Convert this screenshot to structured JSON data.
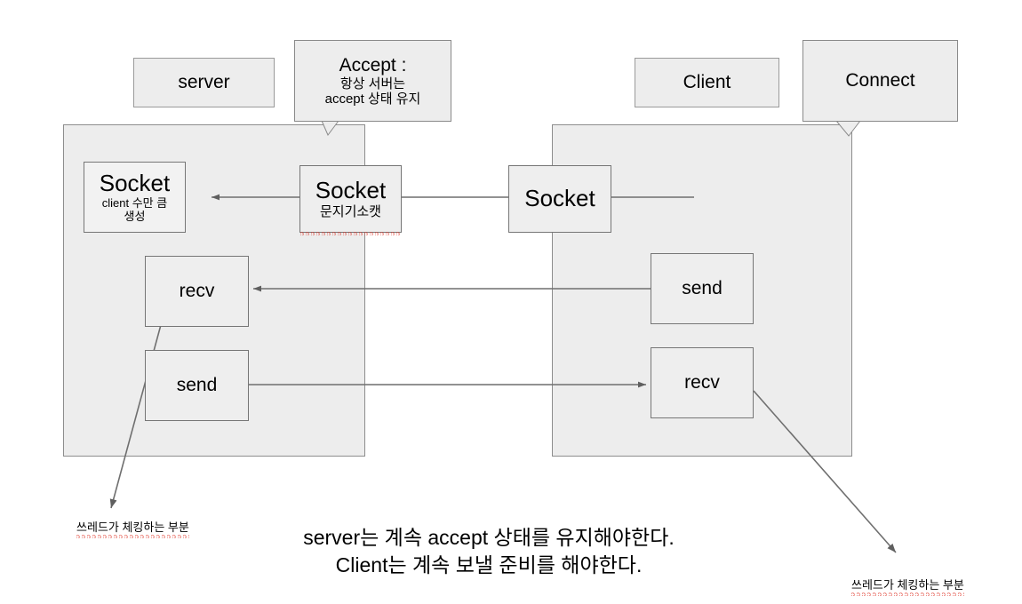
{
  "diagram": {
    "title_hidden": "",
    "colors": {
      "container_fill": "#ededed",
      "node_fill": "#eeeeee",
      "border": "#868686",
      "line": "#6f6f6f",
      "spellcheck_underline": "#e03b2f",
      "text": "#000000"
    },
    "server_side": {
      "header_label": "server",
      "callout": {
        "title": "Accept :",
        "line2": "항상 서버는",
        "line3": "accept 상태 유지"
      },
      "socket": {
        "title": "Socket",
        "sub1": "client 수만 큼",
        "sub2": "생성"
      },
      "gate_socket": {
        "title": "Socket",
        "sub1": "문지기소캣"
      },
      "recv_label": "recv",
      "send_label": "send"
    },
    "client_side": {
      "header_label": "Client",
      "callout": {
        "title": "Connect"
      },
      "socket_label": "Socket",
      "send_label": "send",
      "recv_label": "recv"
    },
    "annotations": {
      "left_thread_note": "쓰레드가 체킹하는 부분",
      "right_thread_note": "쓰레드가 체킹하는 부분"
    },
    "caption": {
      "line1": "server는 계속 accept 상태를 유지해야한다.",
      "line2": "Client는 계속 보낼 준비를 해야한다."
    },
    "arrows": [
      {
        "name": "client-socket-to-server-socket",
        "direction": "left"
      },
      {
        "name": "client-send-to-server-recv",
        "direction": "left"
      },
      {
        "name": "server-send-to-client-recv",
        "direction": "right"
      },
      {
        "name": "server-recv-to-thread-note",
        "direction": "down-left"
      },
      {
        "name": "client-recv-to-thread-note",
        "direction": "down-right"
      }
    ]
  }
}
